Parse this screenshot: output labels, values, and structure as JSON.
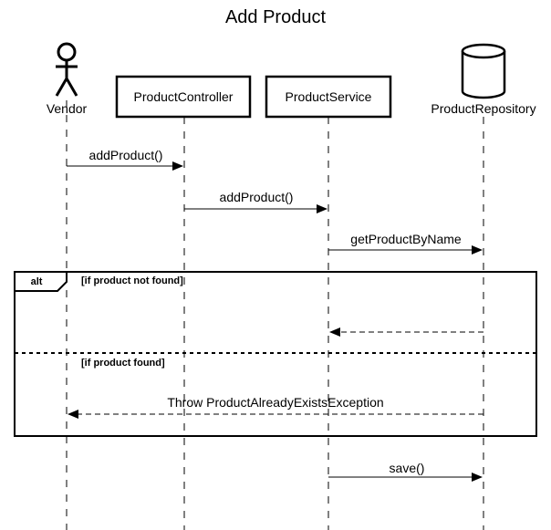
{
  "diagram": {
    "title": "Add Product",
    "participants": [
      {
        "id": "vendor",
        "label": "Vendor",
        "kind": "actor"
      },
      {
        "id": "controller",
        "label": "ProductController",
        "kind": "box"
      },
      {
        "id": "service",
        "label": "ProductService",
        "kind": "box"
      },
      {
        "id": "repository",
        "label": "ProductRepository",
        "kind": "database"
      }
    ],
    "messages": [
      {
        "label": "addProduct()",
        "from": "vendor",
        "to": "controller",
        "style": "solid"
      },
      {
        "label": "addProduct()",
        "from": "controller",
        "to": "service",
        "style": "solid"
      },
      {
        "label": "getProductByName",
        "from": "service",
        "to": "repository",
        "style": "solid"
      },
      {
        "label": "",
        "from": "repository",
        "to": "service",
        "style": "dashed"
      },
      {
        "label": "Throw ProductAlreadyExistsException",
        "from": "repository",
        "to": "vendor",
        "style": "dashed"
      },
      {
        "label": "save()",
        "from": "service",
        "to": "repository",
        "style": "solid"
      }
    ],
    "alt_frame": {
      "tag": "alt",
      "guard_1": "[if product not found]",
      "guard_2": "[if product found]"
    }
  }
}
